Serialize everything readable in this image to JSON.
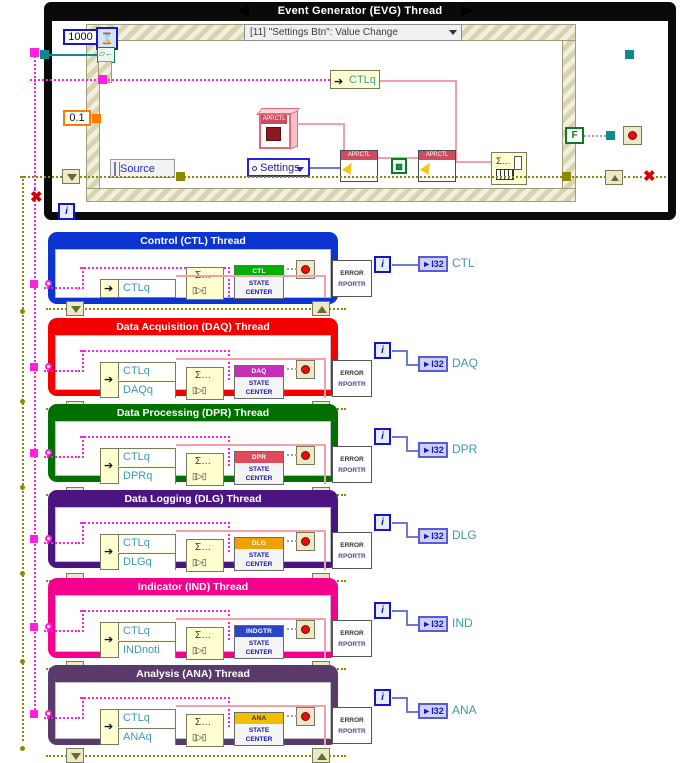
{
  "diagram": {
    "type": "labview-block-diagram",
    "title": "Event Generator (EVG) Thread"
  },
  "evg": {
    "title": "Event Generator (EVG) Thread",
    "timeout_constant": "1000",
    "timeout_terminal_icon": "hourglass-icon",
    "delay_constant": "0.1",
    "event_case_label": "[11] \"Settings Btn\": Value Change",
    "source_label": "Source",
    "settings_control_label": "Settings",
    "app_ctl_ref_label": "APP.CTL",
    "property_node_1_label": "APP.CTL",
    "property_node_2_label": "APP.CTL",
    "false_constant": "F",
    "ctlq_label": "CTLq",
    "iteration_label": "i",
    "stop_icon": "stop-led-icon",
    "enqueue_icon": "enqueue-element-icon",
    "graph_icon": "chart-icon"
  },
  "threads": [
    {
      "id": "ctl",
      "title": "Control (CTL) Thread",
      "color": "#0b34d0",
      "tag_color": "#00b000",
      "tag_text_color": "#ffffff",
      "queues": [
        "CTLq"
      ],
      "state_tag": "CTL",
      "state_line1": "STATE",
      "state_line2": "CENTER",
      "error_line1": "ERROR",
      "error_line2": "RPORTR",
      "iteration_label": "i",
      "indicator_type": "I32",
      "indicator_label": "CTL",
      "dequeue_glyph": "dequeue-element-icon"
    },
    {
      "id": "daq",
      "title": "Data Acquisition (DAQ) Thread",
      "color": "#f40000",
      "tag_color": "#c42fb8",
      "tag_text_color": "#ffffff",
      "queues": [
        "CTLq",
        "DAQq"
      ],
      "state_tag": "DAQ",
      "state_line1": "STATE",
      "state_line2": "CENTER",
      "error_line1": "ERROR",
      "error_line2": "RPORTR",
      "iteration_label": "i",
      "indicator_type": "I32",
      "indicator_label": "DAQ",
      "dequeue_glyph": "dequeue-element-icon"
    },
    {
      "id": "dpr",
      "title": "Data Processing (DPR) Thread",
      "color": "#007000",
      "tag_color": "#e04a5a",
      "tag_text_color": "#ffffff",
      "queues": [
        "CTLq",
        "DPRq"
      ],
      "state_tag": "DPR",
      "state_line1": "STATE",
      "state_line2": "CENTER",
      "error_line1": "ERROR",
      "error_line2": "RPORTR",
      "iteration_label": "i",
      "indicator_type": "I32",
      "indicator_label": "DPR",
      "dequeue_glyph": "dequeue-element-icon"
    },
    {
      "id": "dlg",
      "title": "Data Logging (DLG) Thread",
      "color": "#4a1580",
      "tag_color": "#f0a000",
      "tag_text_color": "#ffffff",
      "queues": [
        "CTLq",
        "DLGq"
      ],
      "state_tag": "DLG",
      "state_line1": "STATE",
      "state_line2": "CENTER",
      "error_line1": "ERROR",
      "error_line2": "RPORTR",
      "iteration_label": "i",
      "indicator_type": "I32",
      "indicator_label": "DLG",
      "dequeue_glyph": "dequeue-element-icon"
    },
    {
      "id": "ind",
      "title": "Indicator (IND) Thread",
      "color": "#f5008c",
      "tag_color": "#2b44c8",
      "tag_text_color": "#ffffff",
      "queues": [
        "CTLq",
        "INDnoti"
      ],
      "state_tag": "INDGTR",
      "state_line1": "STATE",
      "state_line2": "CENTER",
      "error_line1": "ERROR",
      "error_line2": "RPORTR",
      "iteration_label": "i",
      "indicator_type": "I32",
      "indicator_label": "IND",
      "dequeue_glyph": "wait-notifier-icon"
    },
    {
      "id": "ana",
      "title": "Analysis (ANA) Thread",
      "color": "#5a3a6a",
      "tag_color": "#f0c000",
      "tag_text_color": "#333333",
      "queues": [
        "CTLq",
        "ANAq"
      ],
      "state_tag": "ANA",
      "state_line1": "STATE",
      "state_line2": "CENTER",
      "error_line1": "ERROR",
      "error_line2": "RPORTR",
      "iteration_label": "i",
      "indicator_type": "I32",
      "indicator_label": "ANA",
      "dequeue_glyph": "dequeue-element-icon"
    }
  ],
  "wire_colors": {
    "queue_refnum": "#ff20e0",
    "error_cluster": "#8a8a00",
    "boolean": "#0f8a8a",
    "numeric_blue": "#6a7bd0",
    "reference": "#f4a0a8"
  }
}
